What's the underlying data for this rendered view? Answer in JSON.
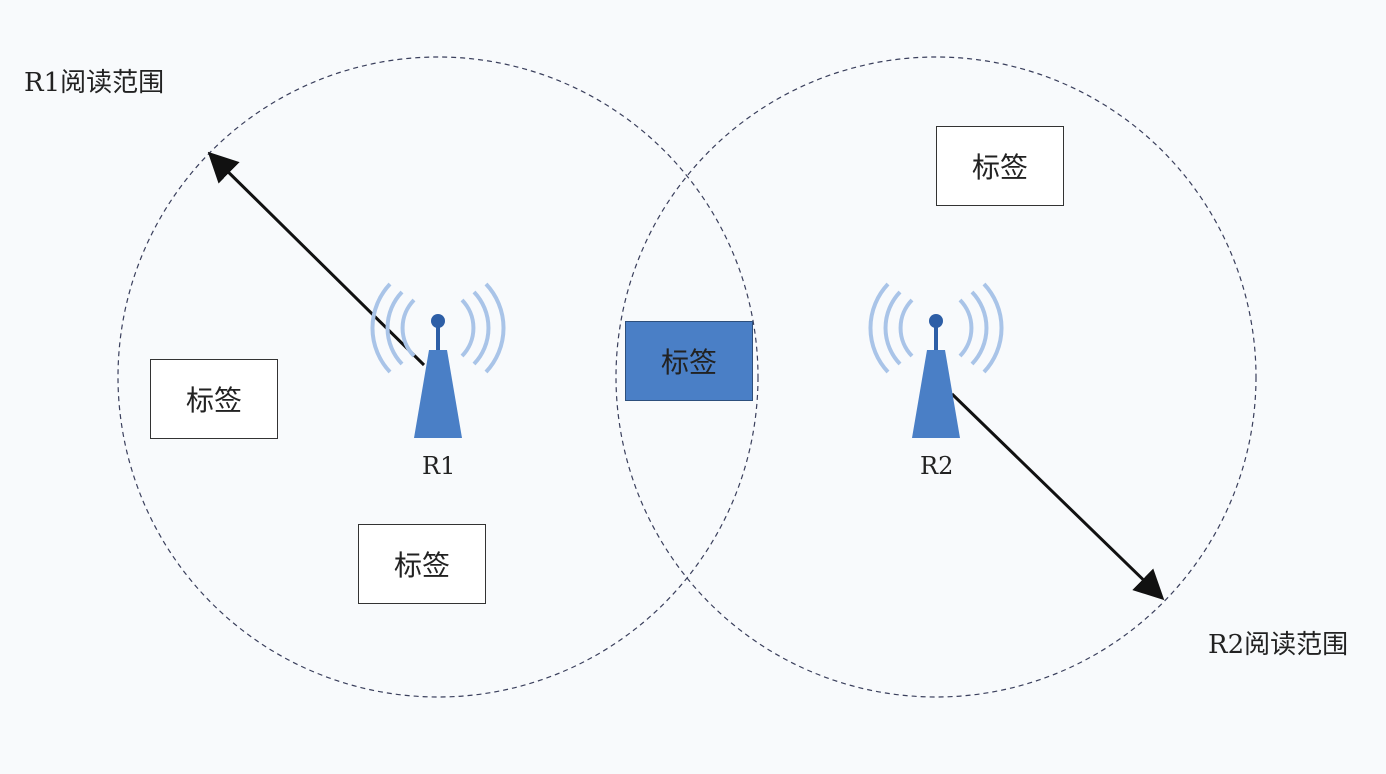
{
  "colors": {
    "background": "#f8fafc",
    "circle_stroke": "#3a3f5c",
    "arrow": "#111111",
    "antenna": "#4a7fc6",
    "waves": "#a9c4e8",
    "highlight_tag": "#4a7fc6"
  },
  "ranges": {
    "r1_label": "R1阅读范围",
    "r2_label": "R2阅读范围"
  },
  "readers": [
    {
      "id": "r1",
      "label": "R1",
      "icon": "antenna-tower-icon"
    },
    {
      "id": "r2",
      "label": "R2",
      "icon": "antenna-tower-icon"
    }
  ],
  "tags": [
    {
      "label": "标签",
      "highlighted": false
    },
    {
      "label": "标签",
      "highlighted": false
    },
    {
      "label": "标签",
      "highlighted": true
    },
    {
      "label": "标签",
      "highlighted": false
    }
  ]
}
